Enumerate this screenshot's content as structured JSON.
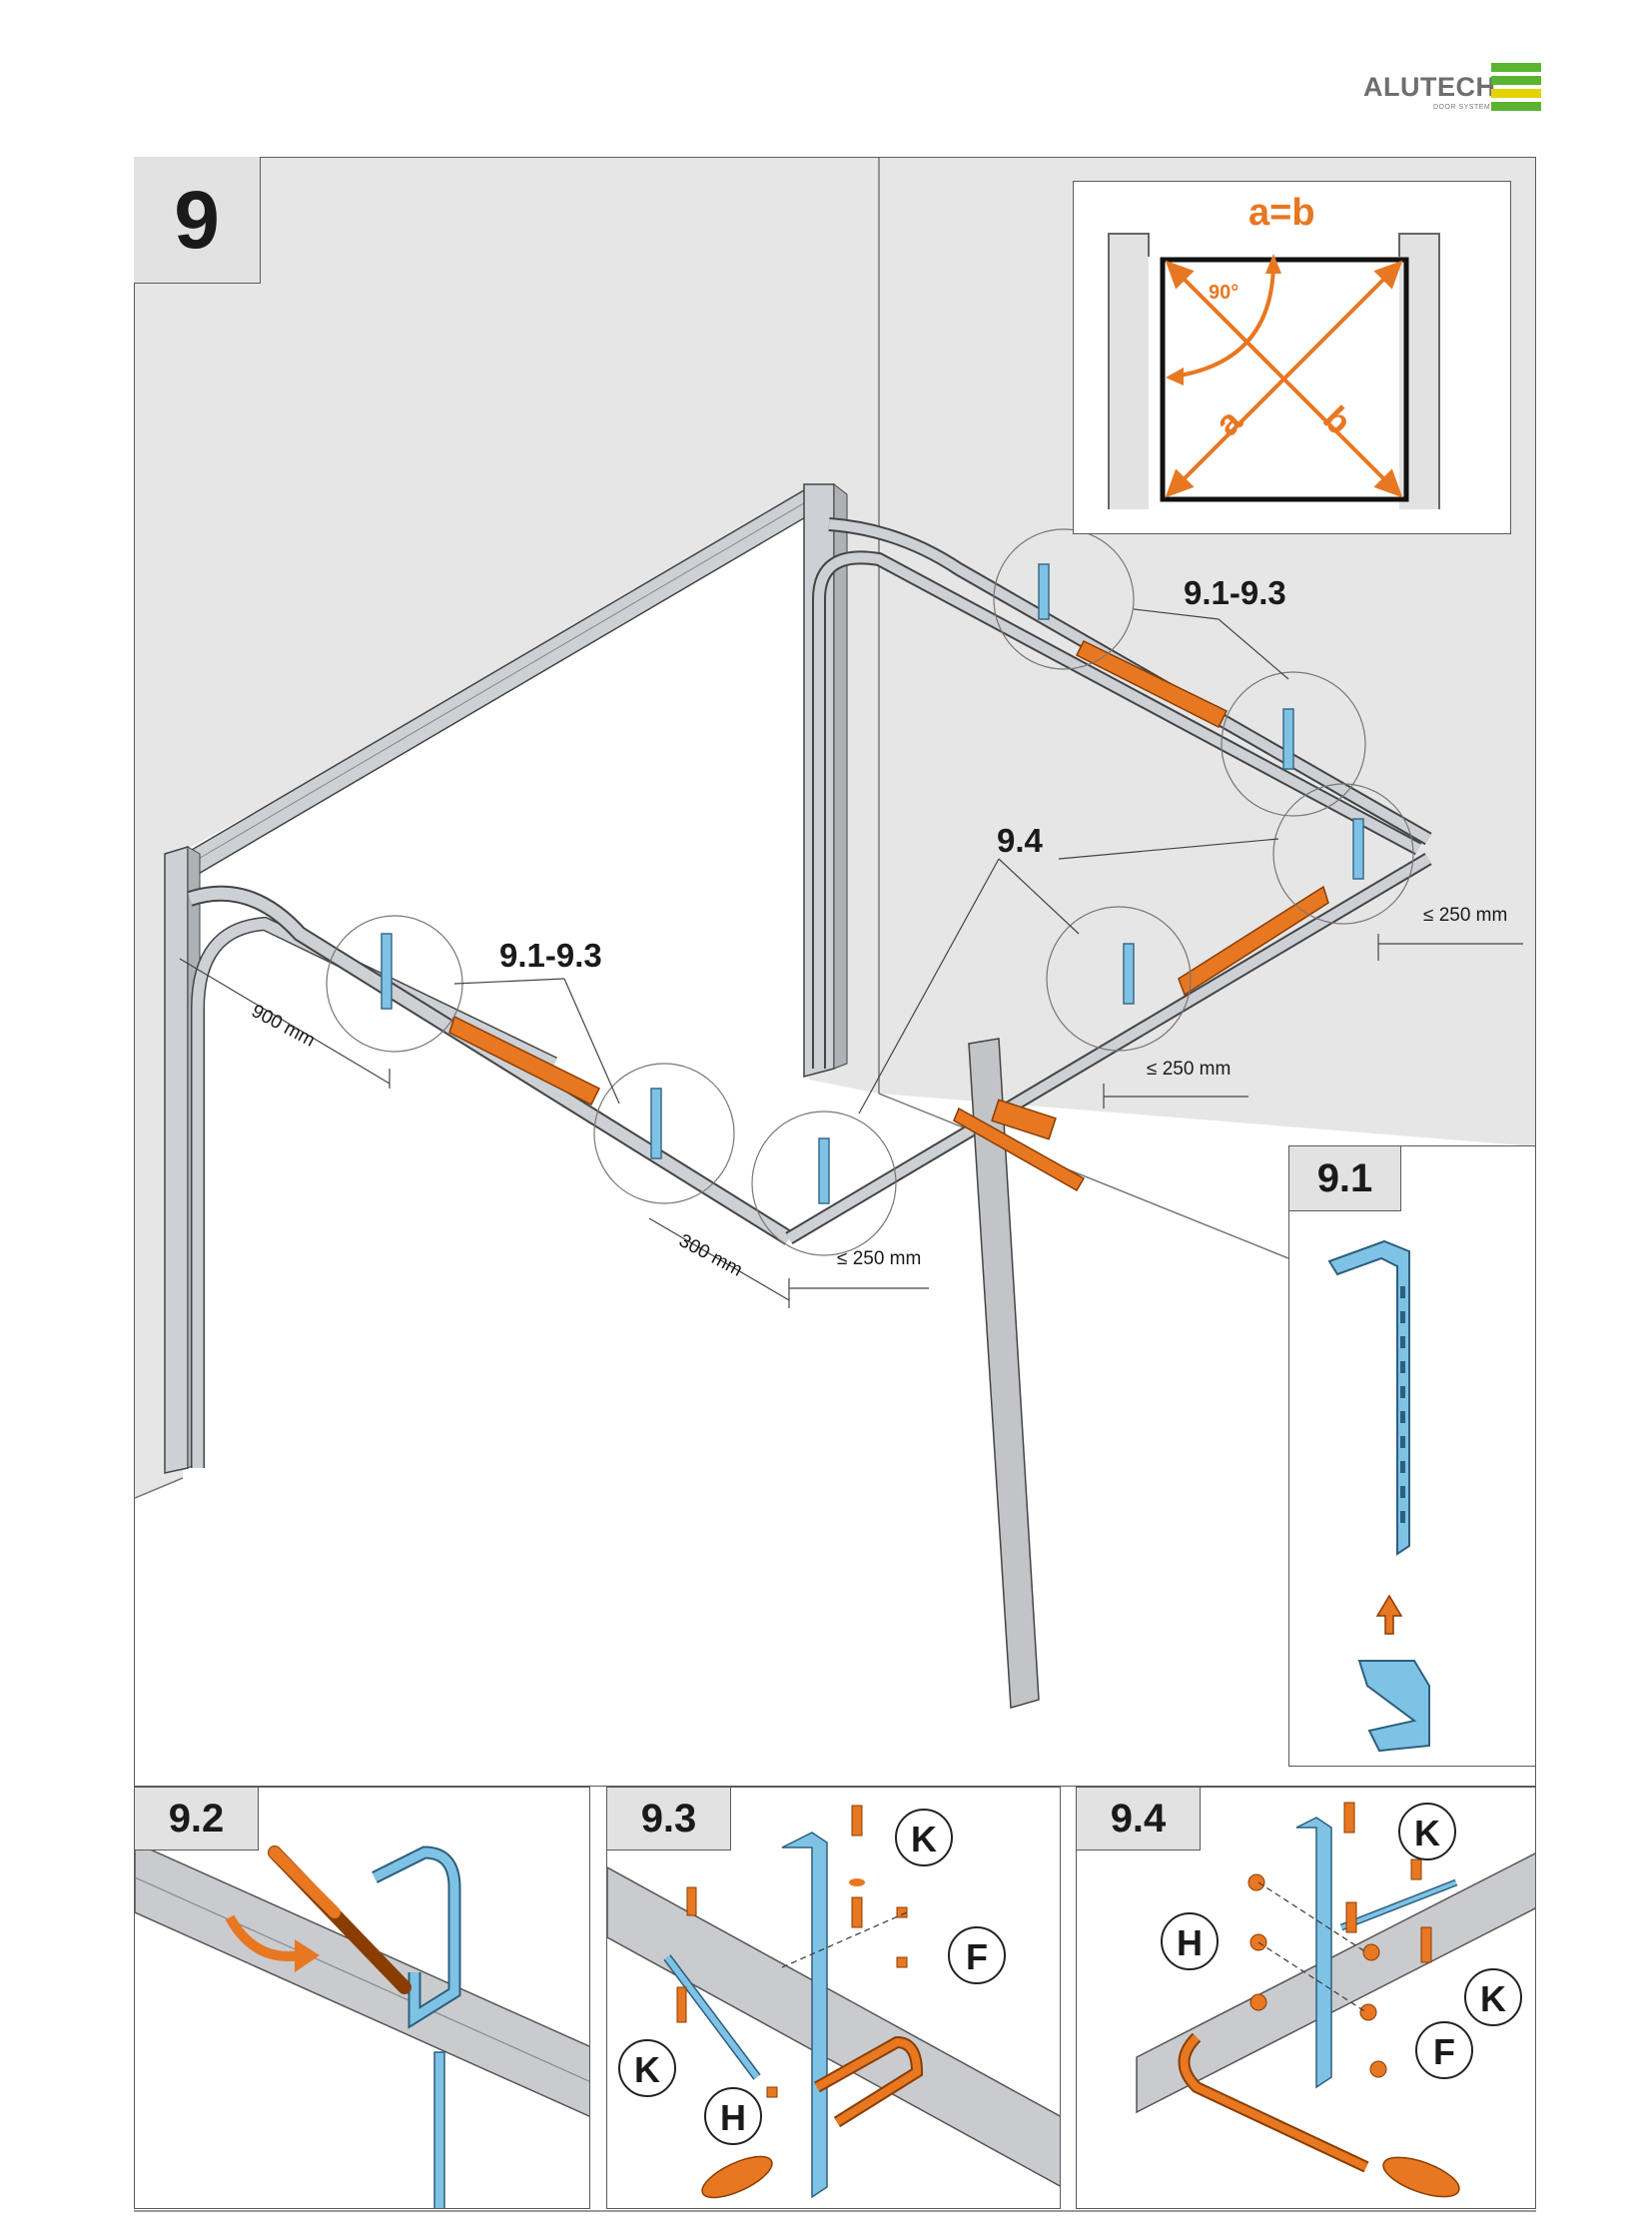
{
  "brand": {
    "name": "ALUTECH",
    "tagline": "DOOR SYSTEMS",
    "colors": {
      "green": "#5bb430",
      "yellow": "#e3d400"
    }
  },
  "step": {
    "number": "9"
  },
  "inset_square": {
    "formula": "a=b",
    "angle": "90°",
    "diag_a": "a",
    "diag_b": "b"
  },
  "callouts": {
    "left_group": "9.1-9.3",
    "right_group": "9.1-9.3",
    "anchor_group": "9.4"
  },
  "dimensions": {
    "d900": "900 mm",
    "d300": "300 mm",
    "d250_front": "≤ 250 mm",
    "d250_mid": "≤ 250 mm",
    "d250_back": "≤ 250 mm"
  },
  "panels": {
    "p91": {
      "tag": "9.1"
    },
    "p92": {
      "tag": "9.2"
    },
    "p93": {
      "tag": "9.3",
      "labels": {
        "k": "K",
        "f": "F",
        "k2": "K",
        "h": "H"
      }
    },
    "p94": {
      "tag": "9.4",
      "labels": {
        "k": "K",
        "h": "H",
        "k2": "K",
        "f": "F"
      }
    }
  },
  "colors": {
    "accent": "#e87722",
    "bracket": "#7ec3e6",
    "steel": "#c9cbcf",
    "wall": "#e6e6e6"
  }
}
